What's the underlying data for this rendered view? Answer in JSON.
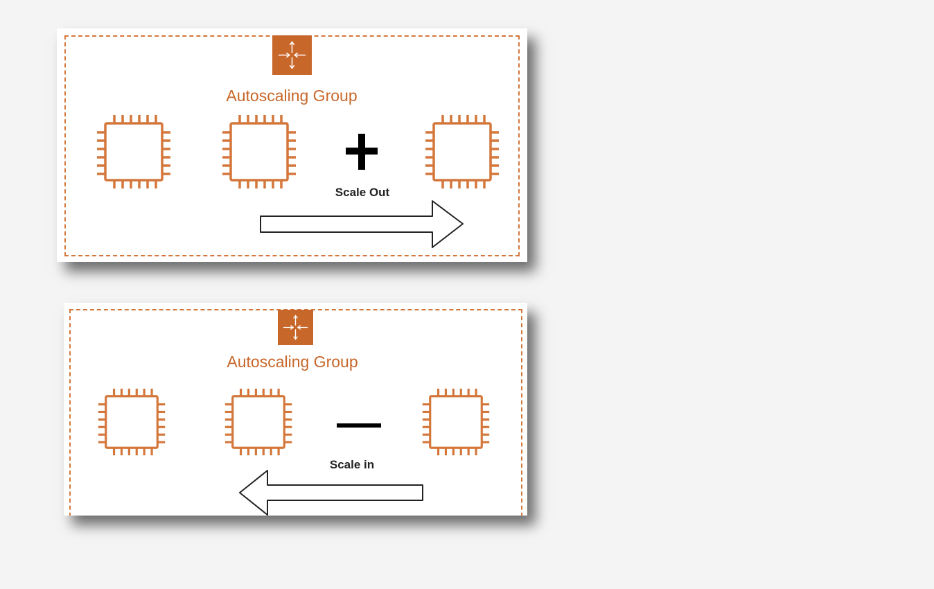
{
  "colors": {
    "accent": "#c8672a",
    "border": "#d4773b",
    "text": "#222222",
    "background": "#f4f4f4"
  },
  "icons": {
    "group": "autoscaling-icon",
    "instance": "cpu-chip-icon"
  },
  "scale_out": {
    "group_label": "Autoscaling Group",
    "operator": "+",
    "action_label": "Scale Out",
    "arrow_direction": "right"
  },
  "scale_in": {
    "group_label": "Autoscaling Group",
    "operator": "−",
    "action_label": "Scale in",
    "arrow_direction": "left"
  }
}
